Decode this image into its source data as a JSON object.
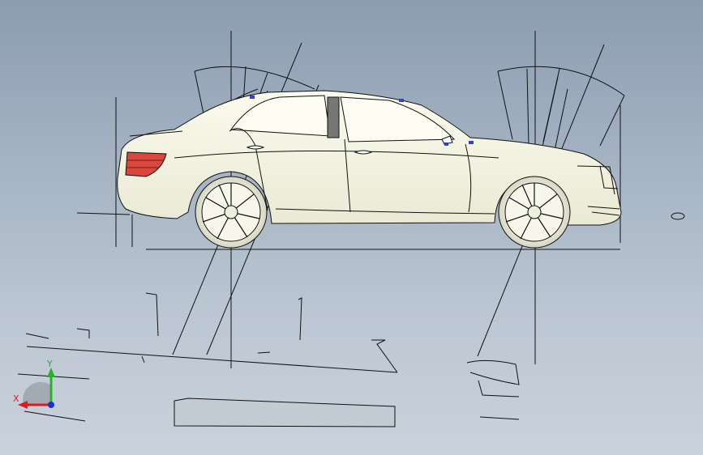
{
  "viewport": {
    "background_top": "#8c9db1",
    "background_bottom": "#c9d2dc",
    "model": "car-sedan-side-view",
    "body_color": "#f7f7e6",
    "taillight_color": "#d9473f",
    "line_color": "#000000"
  },
  "triad": {
    "x_label": "X",
    "y_label": "Y",
    "x_color": "#e01b1b",
    "y_color": "#22b522",
    "z_color": "#1c2fd6"
  }
}
